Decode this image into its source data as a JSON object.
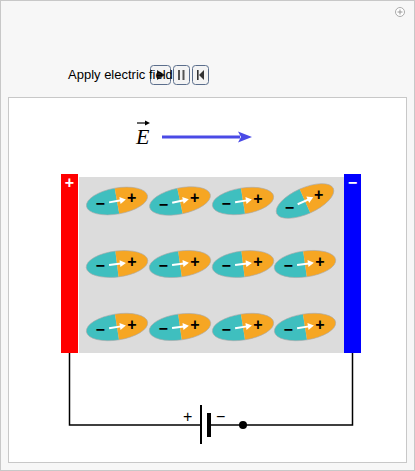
{
  "diagram": {
    "nodes": [
      {
        "text": [
          "+"
        ]
      },
      {
        "text": [
          "−"
        ]
      },
      {
        "text": [
          "−",
          "+"
        ]
      },
      {
        "text": [
          "−",
          "+"
        ]
      },
      {
        "text": [
          "−",
          "+"
        ]
      },
      {
        "text": [
          "−",
          "+"
        ]
      },
      {
        "text": [
          "−",
          "+"
        ]
      },
      {
        "text": [
          "−",
          "+"
        ]
      },
      {
        "text": [
          "−",
          "+"
        ]
      },
      {
        "text": [
          "−",
          "+"
        ]
      },
      {
        "text": [
          "−",
          "+"
        ]
      },
      {
        "text": [
          "−",
          "+"
        ]
      },
      {
        "text": [
          "−",
          "+"
        ]
      },
      {
        "text": [
          "−",
          "+"
        ]
      }
    ],
    "edges": [
      {
        "from": 0,
        "to": 1,
        "arrow": "none"
      }
    ],
    "labels": [
      "Apply electric field",
      "E",
      "+",
      "−"
    ]
  }
}
